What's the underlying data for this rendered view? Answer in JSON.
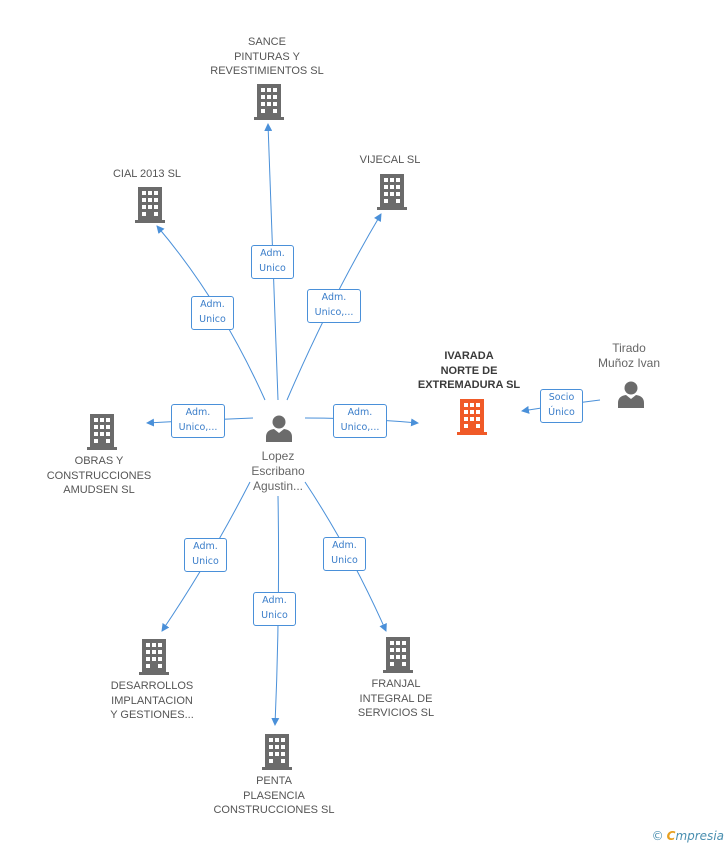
{
  "colors": {
    "edge": "#4a90d9",
    "building": "#6b6b6b",
    "building_focus": "#f05a28",
    "person": "#6b6b6b"
  },
  "nodes": {
    "center": {
      "name": "Lopez\nEscribano\nAgustin...",
      "icon": "person-icon"
    },
    "sance": {
      "name": "SANCE\nPINTURAS Y\nREVESTIMIENTOS SL",
      "icon": "building-icon"
    },
    "cial": {
      "name": "CIAL 2013  SL",
      "icon": "building-icon"
    },
    "vijecal": {
      "name": "VIJECAL SL",
      "icon": "building-icon"
    },
    "ivarada": {
      "name": "IVARADA\nNORTE DE\nEXTREMADURA SL",
      "icon": "building-icon"
    },
    "tirado": {
      "name": "Tirado\nMuñoz Ivan",
      "icon": "person-icon"
    },
    "obras": {
      "name": "OBRAS Y\nCONSTRUCCIONES\nAMUDSEN  SL",
      "icon": "building-icon"
    },
    "desarrollos": {
      "name": "DESARROLLOS\nIMPLANTACION\nY GESTIONES...",
      "icon": "building-icon"
    },
    "penta": {
      "name": "PENTA\nPLASENCIA\nCONSTRUCCIONES SL",
      "icon": "building-icon"
    },
    "franjal": {
      "name": "FRANJAL\nINTEGRAL DE\nSERVICIOS SL",
      "icon": "building-icon"
    }
  },
  "edges": [
    {
      "id": "center-sance",
      "label": "Adm.\nUnico"
    },
    {
      "id": "center-cial",
      "label": "Adm.\nUnico"
    },
    {
      "id": "center-vijecal",
      "label": "Adm.\nUnico,..."
    },
    {
      "id": "center-obras",
      "label": "Adm.\nUnico,..."
    },
    {
      "id": "center-ivarada",
      "label": "Adm.\nUnico,..."
    },
    {
      "id": "tirado-ivarada",
      "label": "Socio\nÚnico"
    },
    {
      "id": "center-desarrollos",
      "label": "Adm.\nUnico"
    },
    {
      "id": "center-penta",
      "label": "Adm.\nUnico"
    },
    {
      "id": "center-franjal",
      "label": "Adm.\nUnico"
    }
  ],
  "footer": {
    "copyright": "©",
    "brand_first": "C",
    "brand_rest": "mpresia"
  }
}
